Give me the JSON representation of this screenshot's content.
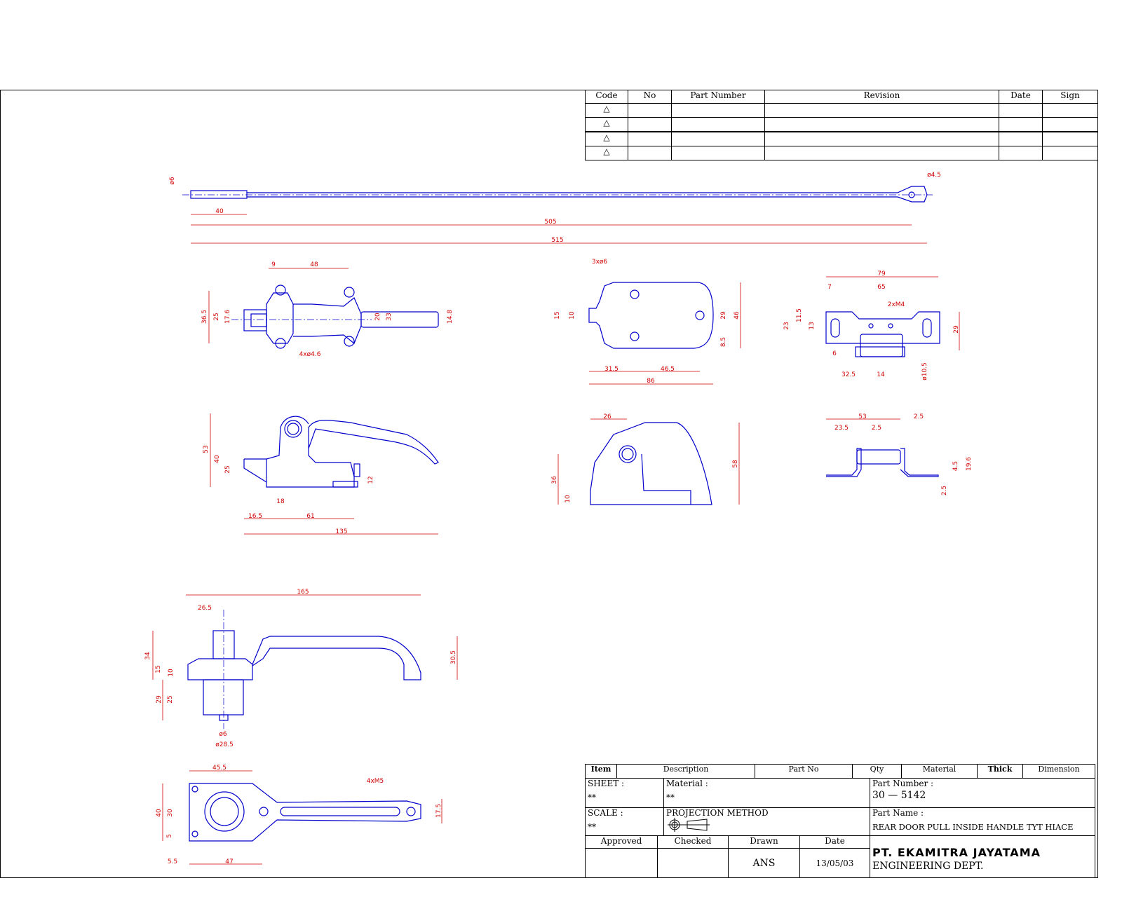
{
  "revision_table": {
    "headers": [
      "Code",
      "No",
      "Part Number",
      "Revision",
      "Date",
      "Sign"
    ],
    "rows": [
      {
        "code": "△"
      },
      {
        "code": "△"
      },
      {
        "code": "△"
      },
      {
        "code": "△"
      }
    ]
  },
  "views": {
    "rod": [
      "ø6",
      "40",
      "505",
      "515",
      "ø4.5"
    ],
    "latch_top": [
      "9",
      "48",
      "36.5",
      "25",
      "17.6",
      "20",
      "33",
      "14.8",
      "4xø4.6"
    ],
    "latch_side": [
      "53",
      "40",
      "25",
      "12",
      "18",
      "16.5",
      "61",
      "135"
    ],
    "plate": [
      "3xø6",
      "15",
      "10",
      "29",
      "46",
      "8.5",
      "31.5",
      "46.5",
      "86"
    ],
    "bracket_top": [
      "79",
      "7",
      "65",
      "2xM4",
      "11.5",
      "13",
      "23",
      "29",
      "6",
      "32.5",
      "14",
      "ø10.5"
    ],
    "bracket_front": [
      "53",
      "2.5",
      "23.5",
      "2.5",
      "4.5",
      "19.6",
      "2.5"
    ],
    "block_side": [
      "26",
      "58",
      "36",
      "10"
    ],
    "handle_front": [
      "165",
      "26.5",
      "34",
      "15",
      "10",
      "30.5",
      "29",
      "25",
      "ø6",
      "ø28.5"
    ],
    "handle_top": [
      "45.5",
      "4xM5",
      "40",
      "30",
      "17.5",
      "5",
      "5.5",
      "47"
    ]
  },
  "parts_list_headers": [
    "Item",
    "Description",
    "Part No",
    "Qty",
    "Material",
    "Thick",
    "Dimension"
  ],
  "title_block": {
    "sheet_label": "SHEET :",
    "sheet_value": "**",
    "material_label": "Material :",
    "material_value": "**",
    "scale_label": "SCALE :",
    "scale_value": "**",
    "projection_label": "PROJECTION METHOD",
    "part_number_label": "Part Number :",
    "part_number_value": "30 — 5142",
    "part_name_label": "Part Name :",
    "part_name_value": "REAR DOOR PULL INSIDE HANDLE TYT HIACE",
    "approved_label": "Approved",
    "checked_label": "Checked",
    "drawn_label": "Drawn",
    "date_label": "Date",
    "approved_value": "",
    "checked_value": "",
    "drawn_value": "ANS",
    "date_value": "13/05/03",
    "company": "PT. EKAMITRA JAYATAMA",
    "department": "ENGINEERING DEPT."
  },
  "colors": {
    "outline": "#0000cc",
    "dimension": "#d00000",
    "frame": "#000000"
  }
}
